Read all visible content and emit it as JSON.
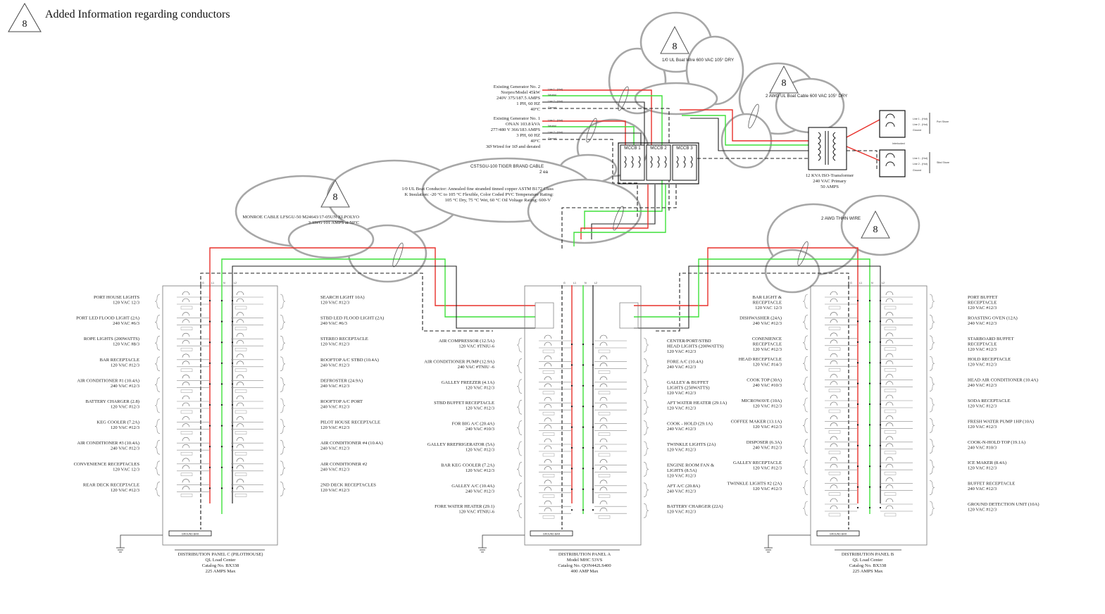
{
  "header": {
    "badge": "8",
    "title": "Added Information regarding conductors"
  },
  "notes": {
    "boat_wire": "1/0 UL Boat Wire 600 VAC 105° DRY",
    "boat_cable": "2 AWG UL Boat Cable 600 VAC 105° DRY",
    "tiger": [
      "CSTSGU-100 TIGER BRAND CABLE",
      "2 ea"
    ],
    "conductor": [
      "1/0 UL Boat Conductor: Annealed fine stranded tinned copper ASTM B172 Class",
      "K Insulation: -20 °C to 105 °C Flexible, Color Coded PVC Temperature Rating:",
      "105 °C Dry, 75 °C Wet, 60 °C Oil Voltage Rating: 600-V"
    ],
    "monroe": [
      "MONROE CABLE LFSGU-50 M24643/17-05UN XLPOLYO",
      "3 AWG 101 AMPS at 50°C"
    ],
    "thhn": "2 AWG THHN WIRE",
    "cloud_badge": "8"
  },
  "generators": {
    "gen2": [
      "Existing Generator No. 2",
      "Norpro/Model 45kW",
      "240V 375/187.5  AMPS",
      "1 PH, 60 HZ",
      "40°C"
    ],
    "gen1": [
      "Existing Generator No. 1",
      "ONAN 103.8 kVA",
      "277/480 V 366/183  AMPS",
      "3 PH, 60 HZ",
      "40°C",
      "3Ø Wired for 1Ø and derated"
    ],
    "line_labels": [
      "Line 1 - (Hot)",
      "Neutral",
      "Line 2 - (Hot)",
      "Ground"
    ]
  },
  "breakers": {
    "mccb": [
      "MCCB 1",
      "MCCB 2",
      "MCCB 3"
    ]
  },
  "transformer": [
    "12 KVA ISO-Transformer",
    "240 VAC Primary",
    "50 AMPS"
  ],
  "shore": {
    "port_label": "Port Shore",
    "stbd_label": "Stbd Shore",
    "interlocked": "Interlocked",
    "lines": [
      "Line 1 - (Hot)",
      "Line 2 - (Hot)",
      "Ground"
    ]
  },
  "bus_labels": {
    "g": "G",
    "l1": "L1",
    "n": "N",
    "l2": "L2"
  },
  "colors": {
    "hot": "#e8302a",
    "neutral": "#3ee03a",
    "ground": "#111111",
    "cloud": "#a7a7a7"
  },
  "panel_c": {
    "ground_bar": "GROUND BAR",
    "caption": [
      "DISTRIBUTION PANEL C (PILOTHOUSE)",
      "QL Load Center",
      "Catalog No. BX338",
      "225 AMPS Max"
    ],
    "left": [
      [
        "PORT HOUSE LIGHTS",
        "120 VAC 12/3"
      ],
      [
        "PORT LED FLOOD LIGHT (2A)",
        "240 VAC #6/3"
      ],
      [
        "ROPE LIGHTS (200WATTS)",
        "120 VAC #8/3"
      ],
      [
        "BAR RECEPTACLE",
        "120 VAC #12/3"
      ],
      [
        "AIR CONDITIONER #1 (10.4A)",
        "240 VAC #12/3"
      ],
      [
        "BATTERY CHARGER (2.8)",
        "120 VAC #12/3"
      ],
      [
        "KEG COOLER (7.2A)",
        "120 VAC #12/3"
      ],
      [
        "AIR CONDITIONER #3 (10.4A)",
        "240 VAC #12/3"
      ],
      [
        "CONVENIENCE RECEPTACLES",
        "120 VAC 12/3"
      ],
      [
        "REAR DECK RECEPTACLE",
        "120 VAC #12/3"
      ]
    ],
    "right": [
      [
        "SEARCH LIGHT 10A)",
        "120 VAC #12/3"
      ],
      [
        "STBD LED FLOOD LIGHT (2A)",
        "240 VAC #6/3"
      ],
      [
        "STEREO RECEPTACLE",
        "120 VAC #12/3"
      ],
      [
        "ROOFTOP A/C STBD (10.4A)",
        "240 VAC #12/3"
      ],
      [
        "DEFROSTER (24.9A)",
        "240 VAC #12/3"
      ],
      [
        "ROOFTOP A/C PORT",
        "240 VAC #12/3"
      ],
      [
        "PILOT HOUSE RECEPTACLE",
        "120 VAC #12/3"
      ],
      [
        "AIR CONDITIONER #4 (10.4A)",
        "240 VAC #12/3"
      ],
      [
        "AIR CONDITIONER #2",
        "240 VAC #12/3"
      ],
      [
        "2ND DECK RECEPTACLES",
        "120 VAC #12/3"
      ]
    ]
  },
  "panel_a": {
    "ground_bar": "GROUND BAR",
    "caption": [
      "DISTRIBUTION PANEL A",
      "Model MHC 53VS",
      "Catalog No. QON442LS400",
      "400 AMP Max"
    ],
    "left": [
      [
        "AIR COMPRESSOR (12.5A)",
        "120 VAC #TNIU-6"
      ],
      [
        "AIR CONDITIONER PUMP (12.9A)",
        "240 VAC #TNIU -6"
      ],
      [
        "GALLEY FREEZER (4.1A)",
        "120 VAC #12/3"
      ],
      [
        "STBD BUFFET RECEPTACLE",
        "120 VAC #12/3"
      ],
      [
        "FOR BIG A/C (20.4A)",
        "240 VAC #10/3"
      ],
      [
        "GALLEY RREFRIGERATOR (5A)",
        "120 VAC #12/3"
      ],
      [
        "BAR KEG COOLER (7.2A)",
        "120 VAC #12/3"
      ],
      [
        "GALLEY A/C (10.4A)",
        "240 VAC #12/3"
      ],
      [
        "FORE WATER HEATER (29.1)",
        "120 VAC #TNIU-6"
      ]
    ],
    "right": [
      [
        "CENTER/PORT/STBD",
        "HEAD LIGHTS (200WATTS)",
        "120 VAC #12/3"
      ],
      [
        "FORE A/C (10.4A)",
        "240 VAC #12/3"
      ],
      [
        "GALLEY & BUFFET",
        "LIGHTS (250WATTS)",
        "120 VAC #12/3"
      ],
      [
        "AFT WATER HEATER (29.1A)",
        "120 VAC #12/3"
      ],
      [
        "COOK - HOLD (29.1A)",
        "240 VAC #12/3"
      ],
      [
        "TWINKLE LIGHTS (2A)",
        "120 VAC #12/3"
      ],
      [
        "ENGINE ROOM FAN &",
        "LIGHTS (8.5A)",
        "120 VAC #12/3"
      ],
      [
        "AFT A/C (20.8A)",
        "240 VAC #12/3"
      ],
      [
        "BATTERY CHARGER  (22A)",
        "120 VAC #12/3"
      ]
    ]
  },
  "panel_b": {
    "ground_bar": "GROUND BAR",
    "caption": [
      "DISTRIBUTION PANEL B",
      "QL Load Center",
      "Catalog No. BX338",
      "225 AMPS Max"
    ],
    "left": [
      [
        "BAR LIGHT &",
        "RECEPTACLE",
        "120 VAC 12/3"
      ],
      [
        "DISHWASHER (24A)",
        "240 VAC #12/3"
      ],
      [
        "CONENIENCE",
        "RECEPTACLE",
        "120 VAC #12/3"
      ],
      [
        "HEAD RECEPTACLE",
        "120 VAC #14/3"
      ],
      [
        "COOK TOP (30A)",
        "240 VAC #10/3"
      ],
      [
        "MICROWAVE (10A)",
        "120 VAC #12/3"
      ],
      [
        "COFFEE MAKER (13.1A)",
        "120 VAC #12/3"
      ],
      [
        "DISPOSER (6.3A)",
        "240 VAC #12/3"
      ],
      [
        "GALLEY RECEPTACLE",
        "120 VAC #12/3"
      ],
      [
        "TWINKLE LIGHTS #2 (2A)",
        "120 VAC #12/3"
      ]
    ],
    "right": [
      [
        "PORT BUFFET",
        "RECEPTACLE",
        "120 VAC #12/3"
      ],
      [
        "ROASTING OVEN (12A)",
        "240 VAC #12/3"
      ],
      [
        "STARBOARD BUFFET",
        "RECEPTACLE",
        "120 VAC #12/3"
      ],
      [
        "HOLD RECEPTACLE",
        "120 VAC #12/3"
      ],
      [
        "HEAD AIR CONDITIONER (10.4A)",
        "240 VAC #12/3"
      ],
      [
        "SODA RECEPTACLE",
        "120 VAC #12/3"
      ],
      [
        "FRESH WATER PUMP 1HP (10A)",
        "120 VAC #12/3"
      ],
      [
        "COOK-N-HOLD TOP  (19.1A)",
        "240 VAC #10/3"
      ],
      [
        "ICE MAKER (8.4A)",
        "120 VAC #12/3"
      ],
      [
        "BUFFET RECEPTACLE",
        "240 VAC #12/3"
      ],
      [
        "GROUND DETECTION UNIT (10A)",
        "120 VAC #12/3"
      ]
    ]
  }
}
